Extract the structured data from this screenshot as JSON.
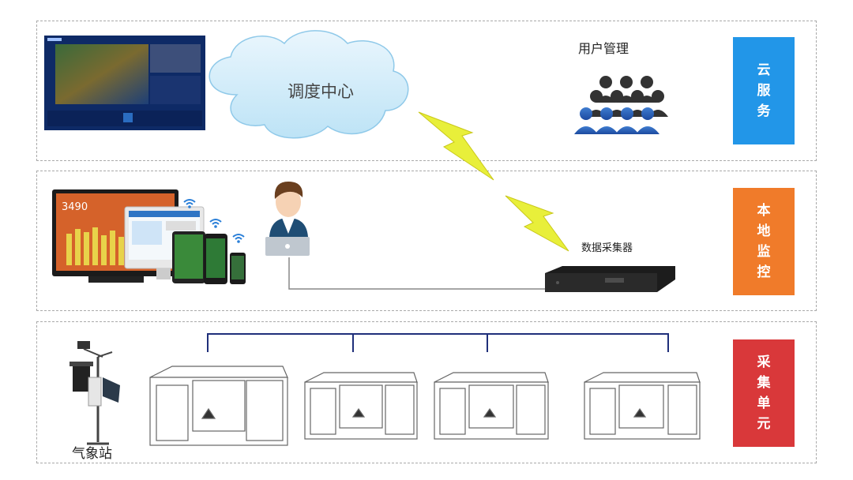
{
  "tiers": {
    "cloud": {
      "label_chars": [
        "云",
        "服",
        "务"
      ],
      "color": "#2296e8"
    },
    "local": {
      "label_chars": [
        "本",
        "地",
        "监",
        "控"
      ],
      "color": "#f07b2a"
    },
    "acquisition": {
      "label_chars": [
        "采",
        "集",
        "单",
        "元"
      ],
      "color": "#d9383a"
    }
  },
  "labels": {
    "dispatch_center": "调度中心",
    "user_management": "用户管理",
    "data_collector": "数据采集器",
    "weather_station": "气象站",
    "monitor_number": "3490"
  },
  "icons": {
    "lightning": "lightning-bolt-icon",
    "users": "user-group-icon",
    "operator": "operator-laptop-icon",
    "wifi": "wifi-icon"
  }
}
